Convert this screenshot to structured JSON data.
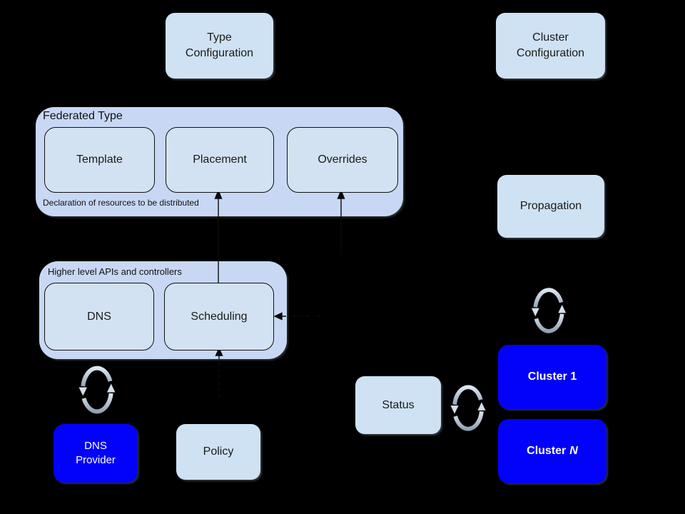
{
  "colors": {
    "background": "#000000",
    "light_box": "#cfe2f3",
    "inner_box": "#d3e2f2",
    "group_container": "#c8d8f4",
    "cluster_blue": "#0202fb",
    "sync_arrow": "#b9c9da",
    "text_dark": "#1a1a1a",
    "text_light": "#ffffff"
  },
  "nodes": {
    "type_configuration": {
      "label": "Type\nConfiguration"
    },
    "cluster_configuration": {
      "label": "Cluster\nConfiguration"
    },
    "federated_type": {
      "title": "Federated Type",
      "caption": "Declaration of resources to be distributed",
      "children": {
        "template": "Template",
        "placement": "Placement",
        "overrides": "Overrides"
      }
    },
    "propagation": {
      "label": "Propagation"
    },
    "higher_apis": {
      "title": "Higher level APIs and controllers",
      "children": {
        "dns": "DNS",
        "scheduling": "Scheduling"
      }
    },
    "dns_provider": {
      "label": "DNS\nProvider"
    },
    "policy": {
      "label": "Policy"
    },
    "status": {
      "label": "Status"
    },
    "cluster_1": {
      "label": "Cluster 1"
    },
    "cluster_n": {
      "label_prefix": "Cluster",
      "label_suffix": "N"
    }
  },
  "icons": {
    "sync": "circular-sync-arrows"
  },
  "connectors": [
    {
      "from": "Scheduling",
      "to": "Placement",
      "style": "solid",
      "arrowhead": "up-into-placement"
    },
    {
      "from": "below",
      "to": "Overrides",
      "style": "solid",
      "arrowhead": "up-into-overrides"
    },
    {
      "from": "right",
      "to": "Scheduling",
      "style": "dash-dot",
      "arrowhead": "left-into-scheduling"
    },
    {
      "from": "Policy",
      "to": "Scheduling",
      "style": "dashed",
      "arrowhead": "up-into-scheduling"
    }
  ]
}
